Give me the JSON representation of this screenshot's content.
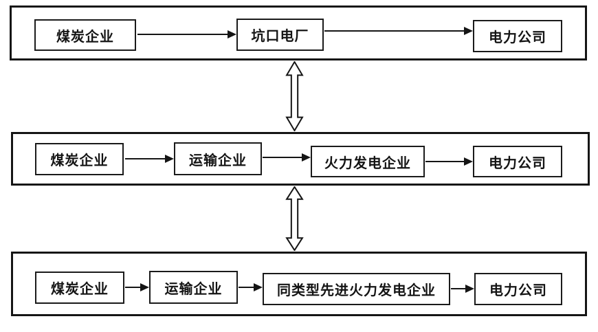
{
  "diagram": {
    "description": "Three-tier coal-to-electricity supply chain comparison diagram",
    "colors": {
      "line": "#151515",
      "background": "#ffffff",
      "text": "#141414"
    },
    "connectors": {
      "horizontal_arrow_style": "solid-arrowhead-line",
      "vertical_arrow_style": "hollow-double-headed-arrow"
    },
    "rows": [
      {
        "boxes": [
          {
            "label": "煤炭企业"
          },
          {
            "label": "坑口电厂"
          },
          {
            "label": "电力公司"
          }
        ]
      },
      {
        "boxes": [
          {
            "label": "煤炭企业"
          },
          {
            "label": "运输企业"
          },
          {
            "label": "火力发电企业"
          },
          {
            "label": "电力公司"
          }
        ]
      },
      {
        "boxes": [
          {
            "label": "煤炭企业"
          },
          {
            "label": "运输企业"
          },
          {
            "label": "同类型先进火力发电企业"
          },
          {
            "label": "电力公司"
          }
        ]
      }
    ]
  }
}
